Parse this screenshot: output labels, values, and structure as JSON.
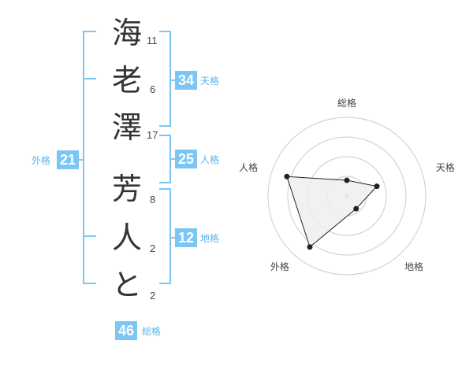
{
  "name": {
    "chars": [
      {
        "char": "海",
        "strokes": "11"
      },
      {
        "char": "老",
        "strokes": "6"
      },
      {
        "char": "澤",
        "strokes": "17"
      },
      {
        "char": "芳",
        "strokes": "8"
      },
      {
        "char": "人",
        "strokes": "2"
      },
      {
        "char": "と",
        "strokes": "2"
      }
    ]
  },
  "fortunes": {
    "tenkaku": {
      "value": "34",
      "label": "天格"
    },
    "jinkaku": {
      "value": "25",
      "label": "人格"
    },
    "chikaku": {
      "value": "12",
      "label": "地格"
    },
    "gaikaku": {
      "value": "21",
      "label": "外格"
    },
    "soukaku": {
      "value": "46",
      "label": "総格"
    }
  },
  "colors": {
    "accent": "#7cc6f4",
    "accent_text": "#5bb4ee",
    "bracket": "#7cc6f4",
    "ring": "#cccccc",
    "fill": "#eeeeee"
  },
  "chart_data": {
    "type": "radar",
    "axes": [
      "総格",
      "天格",
      "地格",
      "外格",
      "人格"
    ],
    "rings": 4,
    "values": [
      1,
      2,
      1,
      4,
      4
    ],
    "max": 5
  }
}
